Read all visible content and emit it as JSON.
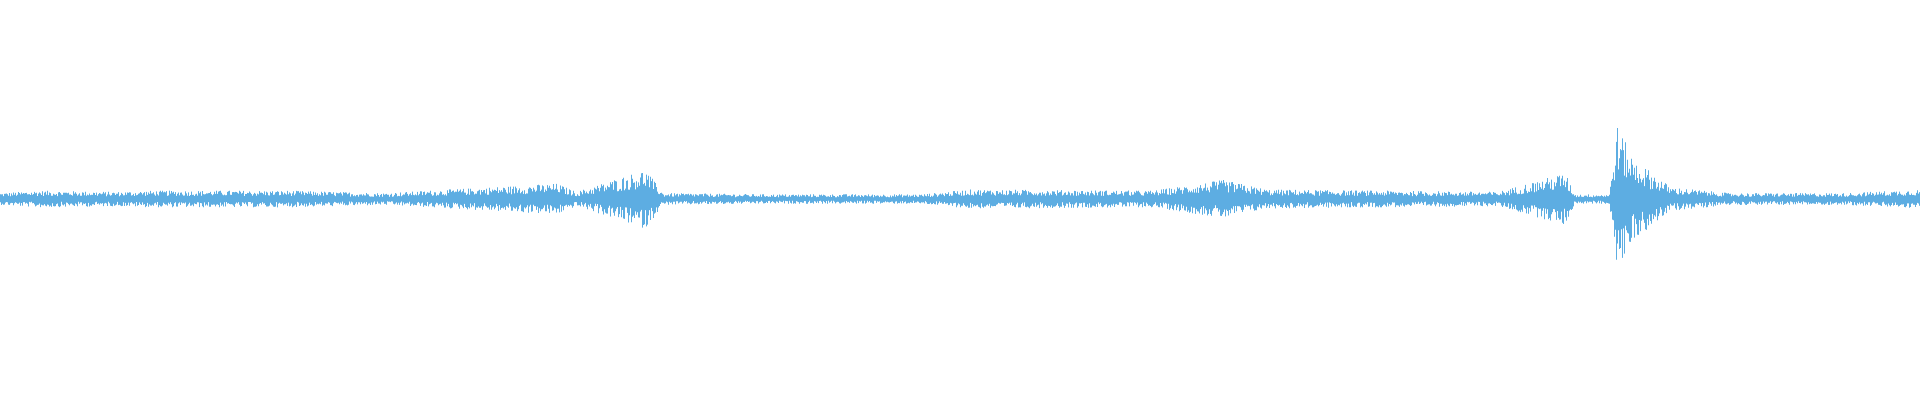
{
  "waveform": {
    "color": "#5dade2",
    "background": "#ffffff",
    "baseline_amplitude": 0.04,
    "max_amplitude": 0.62,
    "envelope": [
      {
        "t": 0.0,
        "a": 0.05
      },
      {
        "t": 0.02,
        "a": 0.07
      },
      {
        "t": 0.06,
        "a": 0.06
      },
      {
        "t": 0.08,
        "a": 0.07
      },
      {
        "t": 0.15,
        "a": 0.07
      },
      {
        "t": 0.2,
        "a": 0.05
      },
      {
        "t": 0.29,
        "a": 0.13
      },
      {
        "t": 0.3,
        "a": 0.06
      },
      {
        "t": 0.336,
        "a": 0.25
      },
      {
        "t": 0.345,
        "a": 0.05
      },
      {
        "t": 0.4,
        "a": 0.04
      },
      {
        "t": 0.48,
        "a": 0.04
      },
      {
        "t": 0.505,
        "a": 0.08
      },
      {
        "t": 0.6,
        "a": 0.07
      },
      {
        "t": 0.637,
        "a": 0.16
      },
      {
        "t": 0.66,
        "a": 0.08
      },
      {
        "t": 0.72,
        "a": 0.07
      },
      {
        "t": 0.78,
        "a": 0.06
      },
      {
        "t": 0.815,
        "a": 0.22
      },
      {
        "t": 0.82,
        "a": 0.04
      },
      {
        "t": 0.838,
        "a": 0.04
      },
      {
        "t": 0.842,
        "a": 0.62
      },
      {
        "t": 0.85,
        "a": 0.35
      },
      {
        "t": 0.87,
        "a": 0.1
      },
      {
        "t": 0.9,
        "a": 0.05
      },
      {
        "t": 0.96,
        "a": 0.05
      },
      {
        "t": 1.0,
        "a": 0.08
      }
    ]
  }
}
